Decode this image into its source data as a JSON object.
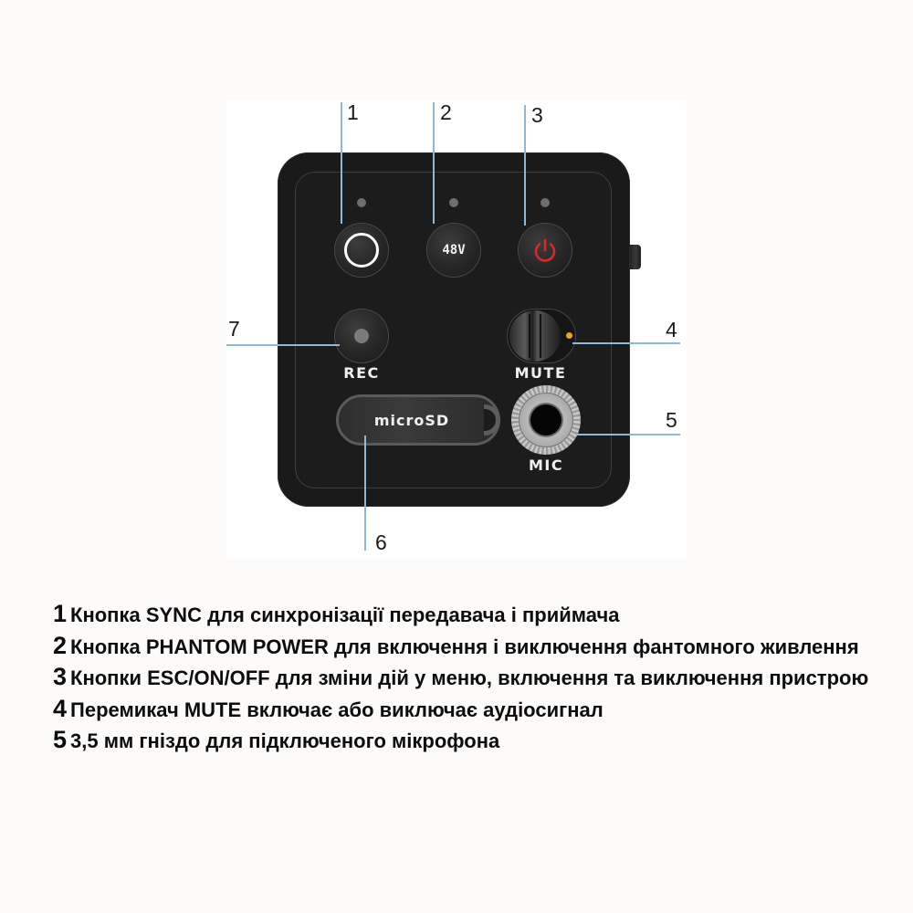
{
  "device": {
    "buttons": {
      "sync": {
        "icon": "ring-icon"
      },
      "phantom": {
        "label": "48V"
      },
      "power": {
        "icon": "power-icon",
        "color": "#d42a2a"
      },
      "rec": {
        "label": "REC"
      }
    },
    "mute": {
      "label": "MUTE",
      "led_color": "#f0a020"
    },
    "mic": {
      "label": "MIC"
    },
    "sd": {
      "label": "microSD"
    }
  },
  "callouts": {
    "c1": "1",
    "c2": "2",
    "c3": "3",
    "c4": "4",
    "c5": "5",
    "c6": "6",
    "c7": "7",
    "line_color": "#8fb8d8"
  },
  "descriptions": [
    {
      "num": "1",
      "text": "Кнопка SYNC для синхронізації передавача і приймача"
    },
    {
      "num": "2",
      "text": "Кнопка PHANTOM POWER для включення і виключення фантомного живлення"
    },
    {
      "num": "3",
      "text": "Кнопки ESC/ON/OFF для зміни дій у меню, включення та виключення пристрою"
    },
    {
      "num": "4",
      "text": "Перемикач MUTE включає або виключає аудіосигнал"
    },
    {
      "num": "5",
      "text": "3,5 мм гніздо для підключеного мікрофона"
    }
  ]
}
